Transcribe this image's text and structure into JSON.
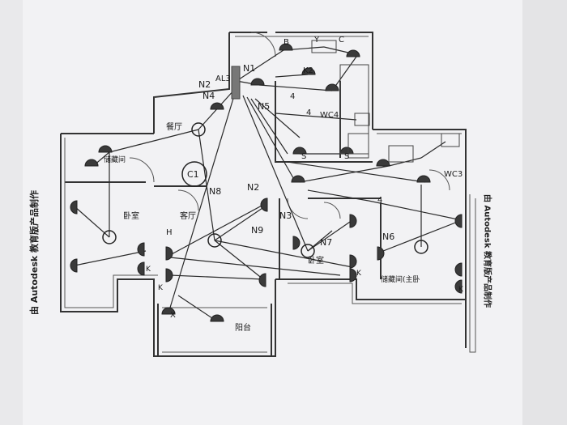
{
  "watermark_left": "由 Autodesk 教育版产品制作",
  "watermark_right": "由 Autodesk 教育版产品制作",
  "rooms": {
    "dining": "餐厅",
    "storage": "储藏间",
    "bedroom_left": "卧室",
    "living": "客厅",
    "bedroom_mid": "卧室",
    "master": "储藏间(主卧",
    "balcony": "阳台",
    "wc3": "WC3",
    "wc4": "WC4"
  },
  "circuits": {
    "n1": "N1",
    "n2": "N2",
    "n2b": "N2",
    "n3": "N3",
    "n4": "N4",
    "n5": "N5",
    "n6": "N6",
    "n7": "N7",
    "n8": "N8",
    "n9": "N9"
  },
  "panels": {
    "al": "AL3",
    "c1": "C1"
  },
  "marks": {
    "b": "B",
    "y": "Y",
    "c": "C",
    "k2": "K2",
    "four1": "4",
    "four2": "4",
    "four3": "4",
    "s1": "S",
    "s2": "S",
    "h": "H",
    "k1": "K",
    "k3": "K",
    "k4": "K",
    "k5": "K",
    "x": "X"
  },
  "colors": {
    "paper": "#f1f1f3",
    "ink": "#2a2a2a",
    "background": "#e9e9eb"
  }
}
